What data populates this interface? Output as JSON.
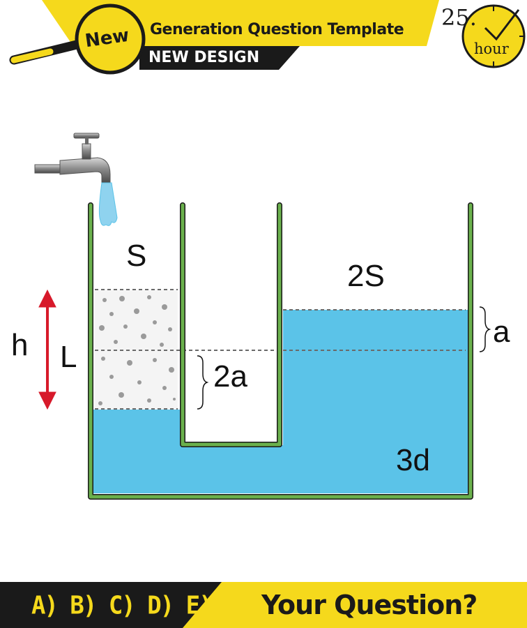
{
  "header": {
    "badge": "New",
    "title": "Generation Question Template",
    "subtitle": "NEW DESIGN",
    "clock_number": "25.",
    "clock_unit": "hour"
  },
  "diagram": {
    "label_S": "S",
    "label_2S": "2S",
    "label_h": "h",
    "label_L": "L",
    "label_2a": "2a",
    "label_a": "a",
    "label_3d": "3d",
    "colors": {
      "water": "#5bc3e8",
      "tube_wall": "#6ab04c",
      "arrow": "#d7192a"
    }
  },
  "footer": {
    "answers": "A) B) C) D) E)",
    "question": "Your Question?"
  }
}
